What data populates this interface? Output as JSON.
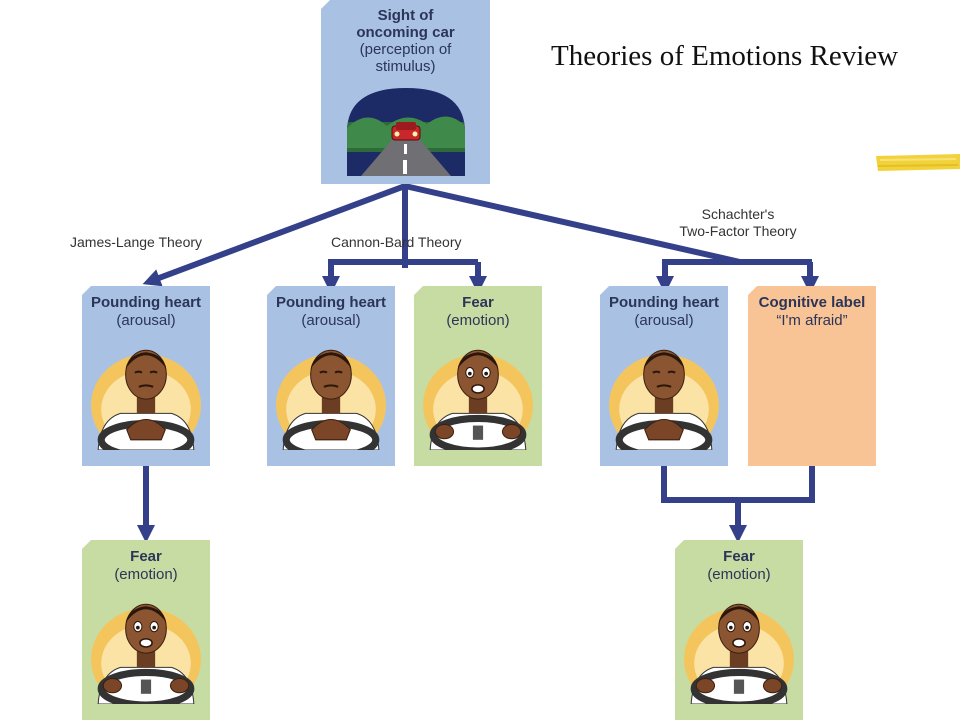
{
  "title": "Theories of Emotions Review",
  "stimulus": {
    "line1": "Sight of",
    "line2": "oncoming car",
    "line3": "(perception of",
    "line4": "stimulus)"
  },
  "theories": {
    "james_lange": "James-Lange Theory",
    "cannon_bard": "Cannon-Bard Theory",
    "schachter_line1": "Schachter's",
    "schachter_line2": "Two-Factor Theory"
  },
  "arousal": {
    "heading": "Pounding heart",
    "sub": "(arousal)"
  },
  "fear": {
    "heading": "Fear",
    "sub": "(emotion)"
  },
  "cognitive": {
    "heading": "Cognitive label",
    "sub": "“I'm afraid”"
  },
  "colors": {
    "arrow": "#34418a",
    "arousal_box": "#a9c2e4",
    "fear_box": "#c6dca2",
    "cognitive_box": "#f8c496",
    "accent_stroke": "#f2d23a"
  },
  "icons": [
    "road-car-scene",
    "driver-hand-on-chest",
    "driver-afraid-gripping-wheel"
  ]
}
